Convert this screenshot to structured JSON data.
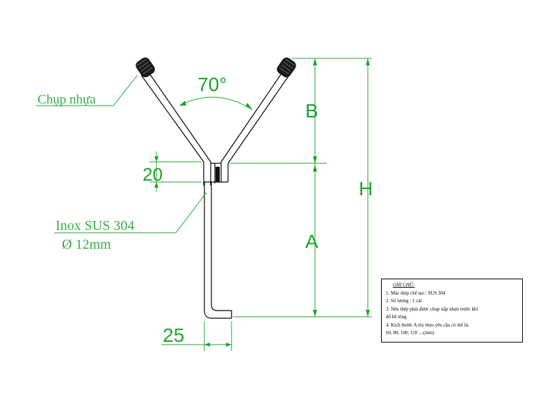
{
  "labels": {
    "angle": "70°",
    "cap": "Chụp nhựa",
    "material": "Inox SUS 304",
    "diameter": "Ø 12mm",
    "dim_b": "B",
    "dim_a": "A",
    "dim_h": "H",
    "dim_20": "20",
    "dim_25": "25"
  },
  "notes": {
    "title": "GHI CHÚ:",
    "lines": [
      "1. Mác thép chế tạo :  SUS 304",
      "2. Số lượng : 1 cái",
      "3. Nên thép phải được chụp nắp nhựa trước khi",
      "đổ bê tông",
      "4. Kích thước A tùy theo yêu cầu có thể là:",
      "60, 80, 100, 110 ....(mm)"
    ]
  },
  "colors": {
    "dimension": "#1fa52f",
    "label_text": "#36b045",
    "part_line": "#000000"
  }
}
